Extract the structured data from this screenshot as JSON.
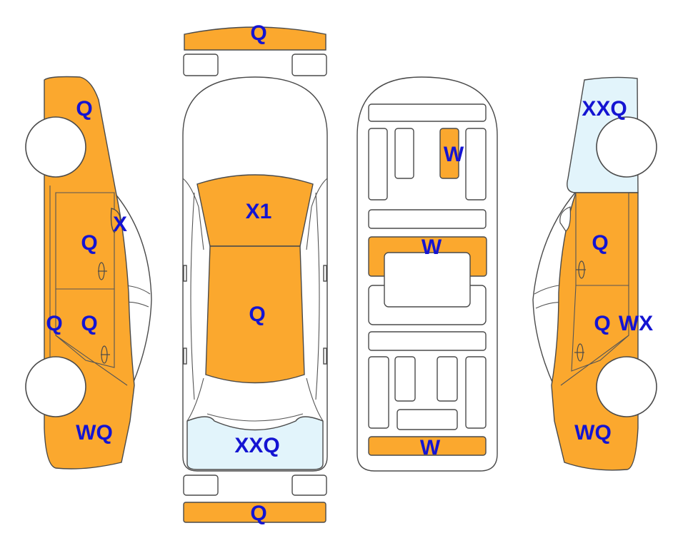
{
  "colors": {
    "damaged": "#fba82e",
    "glass_marked": "#e2f4fb",
    "label": "#1414d2",
    "outline": "#4a4a4a"
  },
  "front_bumper": {
    "code": "Q"
  },
  "rear_bumper": {
    "code": "Q"
  },
  "top_view": {
    "hood_area": {
      "code": "X1"
    },
    "roof_center": {
      "code": "Q"
    },
    "rear_glass": {
      "code": "XXQ"
    }
  },
  "underside_view": {
    "upper_panel": {
      "code": "W"
    },
    "middle_panel": {
      "code": "W"
    },
    "bottom_panel": {
      "code": "W"
    }
  },
  "left_side": {
    "front_fender": {
      "code": "Q"
    },
    "mirror": {
      "code": "X"
    },
    "front_door": {
      "code": "Q"
    },
    "rear_door": {
      "code": "Q"
    },
    "rocker": {
      "code": "Q"
    },
    "rear_quarter": {
      "code": "WQ"
    }
  },
  "right_side": {
    "front_glass": {
      "code": "XXQ"
    },
    "front_door": {
      "code": "Q"
    },
    "rear_door": {
      "code": "Q"
    },
    "rear_edge": {
      "code": "WX"
    },
    "rear_quarter": {
      "code": "WQ"
    }
  }
}
